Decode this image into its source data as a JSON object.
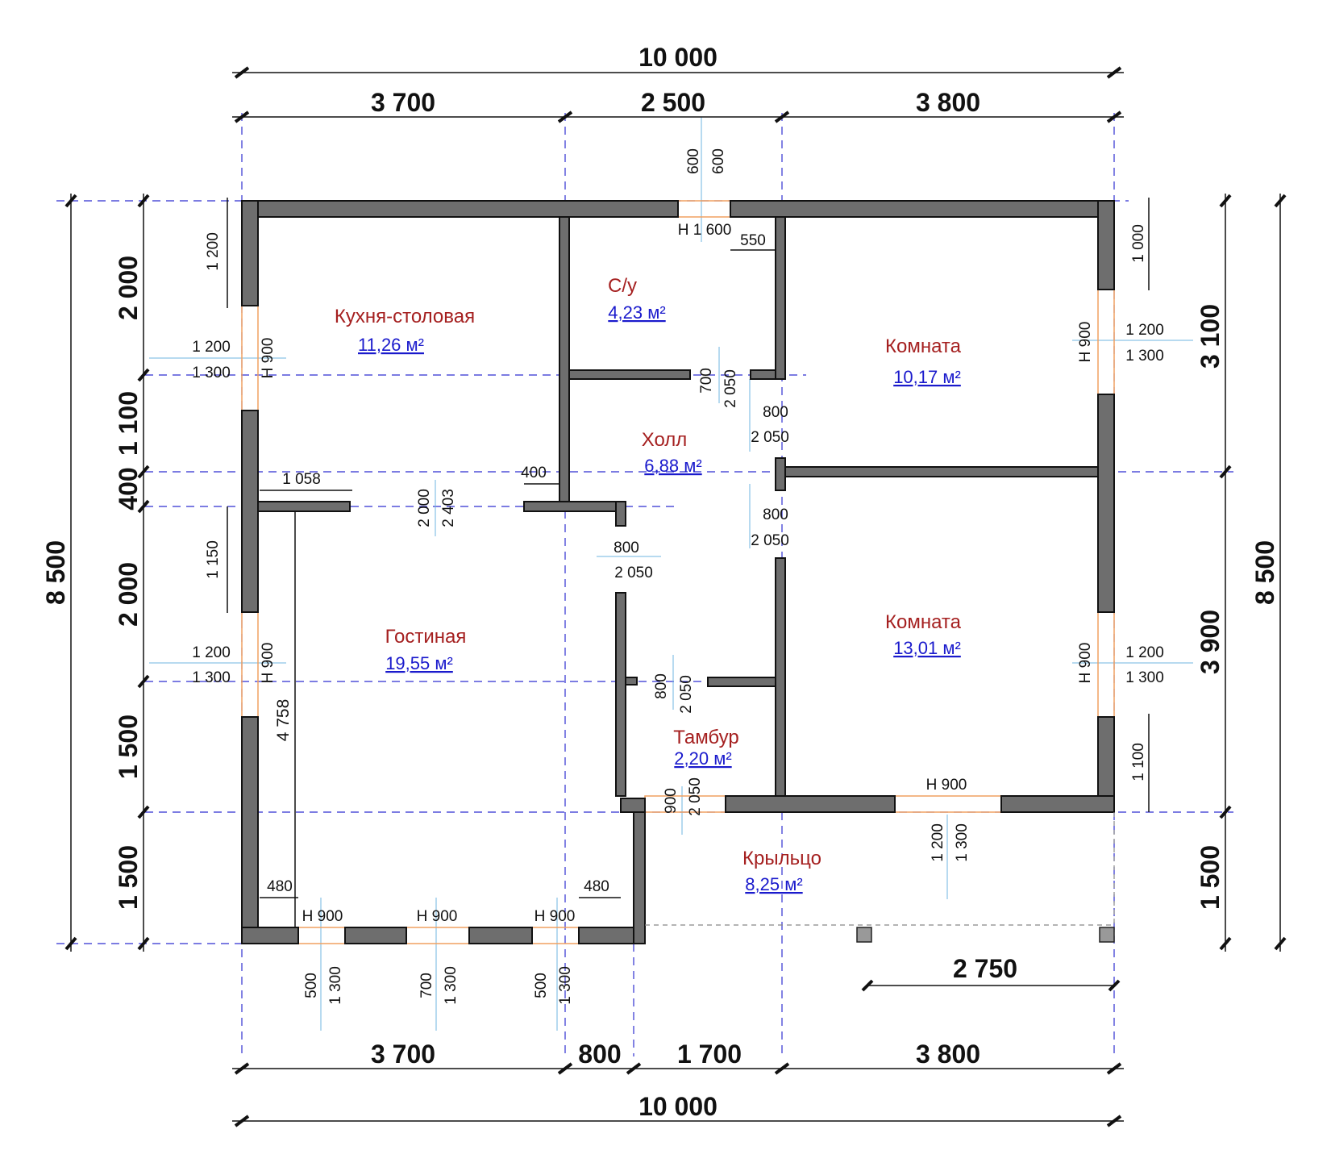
{
  "overall": {
    "top": "10 000",
    "bottom": "10 000",
    "left": "8 500",
    "right": "8 500"
  },
  "top_chain": [
    "3 700",
    "2 500",
    "3 800"
  ],
  "bottom_chain": [
    "3 700",
    "800",
    "1 700",
    "3 800"
  ],
  "left_chain": [
    "2 000",
    "1 100",
    "400",
    "2 000",
    "1 500",
    "1 500"
  ],
  "right_chain": [
    "3 100",
    "3 900",
    "1 500"
  ],
  "rooms": {
    "kitchen": {
      "name": "Кухня-столовая",
      "area": "11,26 м²"
    },
    "wc": {
      "name": "С/у",
      "area": "4,23 м²"
    },
    "room1": {
      "name": "Комната",
      "area": "10,17 м²"
    },
    "hall": {
      "name": "Холл",
      "area": "6,88 м²"
    },
    "living": {
      "name": "Гостиная",
      "area": "19,55 м²"
    },
    "room2": {
      "name": "Комната",
      "area": "13,01 м²"
    },
    "vestibule": {
      "name": "Тамбур",
      "area": "2,20 м²"
    },
    "porch": {
      "name": "Крыльцо",
      "area": "8,25 м²"
    }
  },
  "labels": {
    "win_top_a": "600",
    "win_top_b": "600",
    "win_top_h": "Н  1 600",
    "d550": "550",
    "left_top_1200": "1 200",
    "left_win1_w": "1 200",
    "left_win1_h": "1 300",
    "left_win1_n": "Н  900",
    "d1058": "1 058",
    "d400": "400",
    "d2000": "2 000",
    "d2403": "2 403",
    "left_1150": "1 150",
    "left_win2_w": "1 200",
    "left_win2_h": "1 300",
    "left_win2_n": "Н  900",
    "d4758": "4 758",
    "d480a": "480",
    "d480b": "480",
    "bw1_n": "Н  900",
    "bw1_a": "500",
    "bw1_b": "1 300",
    "bw2_n": "Н  900",
    "bw2_a": "700",
    "bw2_b": "1 300",
    "bw3_n": "Н  900",
    "bw3_a": "500",
    "bw3_b": "1 300",
    "wc_door_a": "700",
    "wc_door_b": "2 050",
    "r1_door_a": "800",
    "r1_door_b": "2 050",
    "r2_door_a": "800",
    "r2_door_b": "2 050",
    "lv_door_a": "800",
    "lv_door_b": "2 050",
    "vs_door_a": "800",
    "vs_door_b": "2 050",
    "ent_door_a": "900",
    "ent_door_b": "2 050",
    "r2_win_n": "Н  900",
    "r2_win_a": "1 200",
    "r2_win_b": "1 300",
    "right_1000": "1 000",
    "r1_win_w": "1 200",
    "r1_win_h": "1 300",
    "r1_win_n": "Н  900",
    "r2e_win_w": "1 200",
    "r2e_win_h": "1 300",
    "r2e_win_n": "Н  900",
    "right_1100": "1 100",
    "porch_2750": "2 750"
  }
}
